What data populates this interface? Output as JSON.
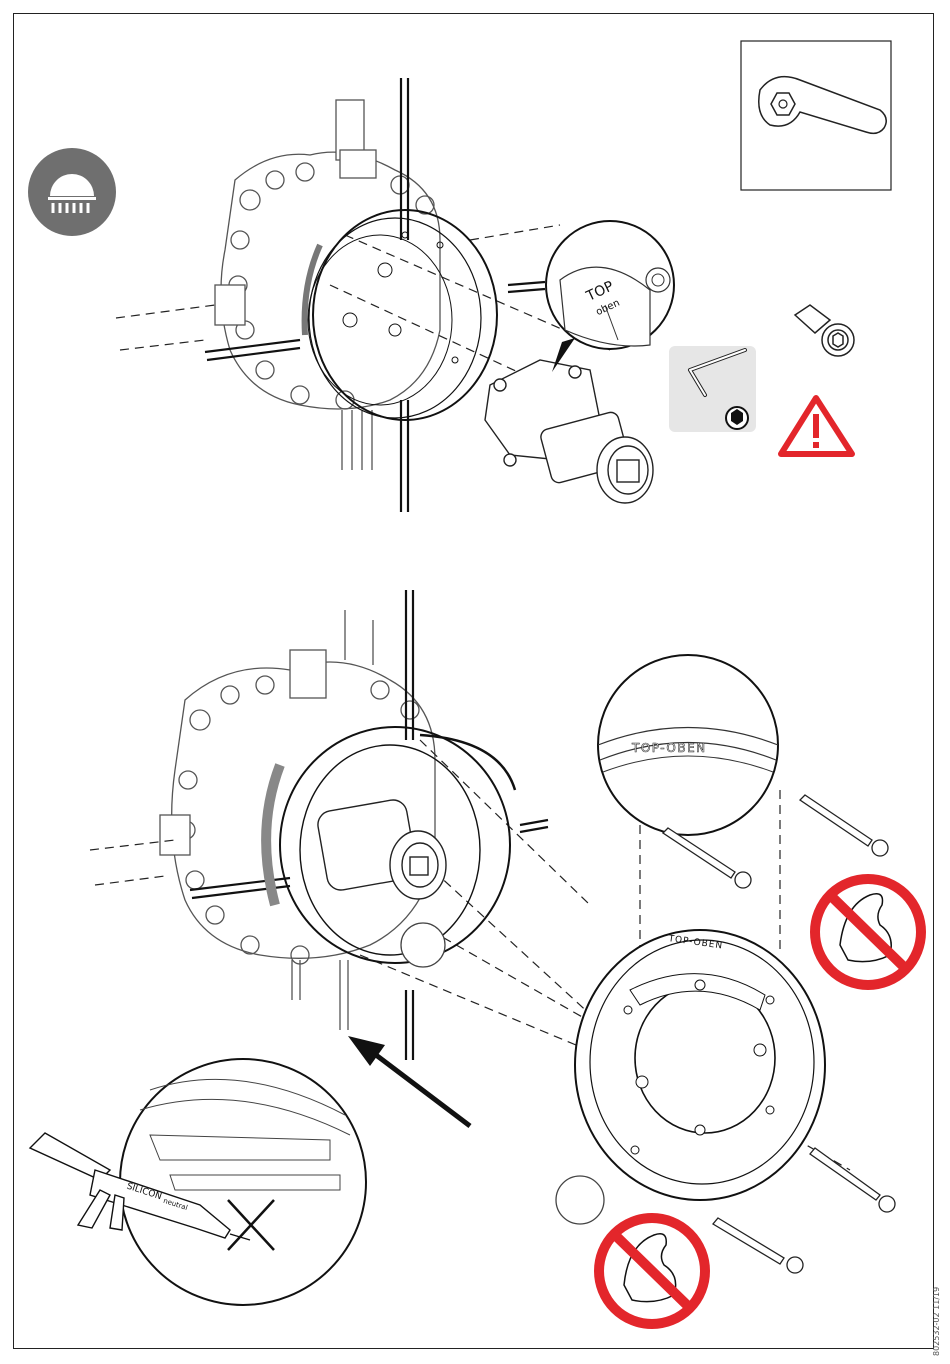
{
  "labels": {
    "top_oben_word1": "TOP",
    "top_oben_word2": "oben",
    "ring_label": "TOP-OBEN",
    "ring_label_small": "TOP-OBEN",
    "silicon_brand": "SILICON",
    "silicon_type": "neutral",
    "document_number": "802532-02 11/19"
  },
  "icons": {
    "shower": "shower-icon",
    "wrench": "wrench-icon",
    "allen_key": "allen-key-icon",
    "warning": "warning-icon",
    "no_force": "no-force-icon"
  },
  "colors": {
    "warning_red": "#e3262b",
    "badge_gray": "#6f6f6f",
    "panel_gray": "#e6e6e6",
    "line": "#1a1a1a"
  }
}
